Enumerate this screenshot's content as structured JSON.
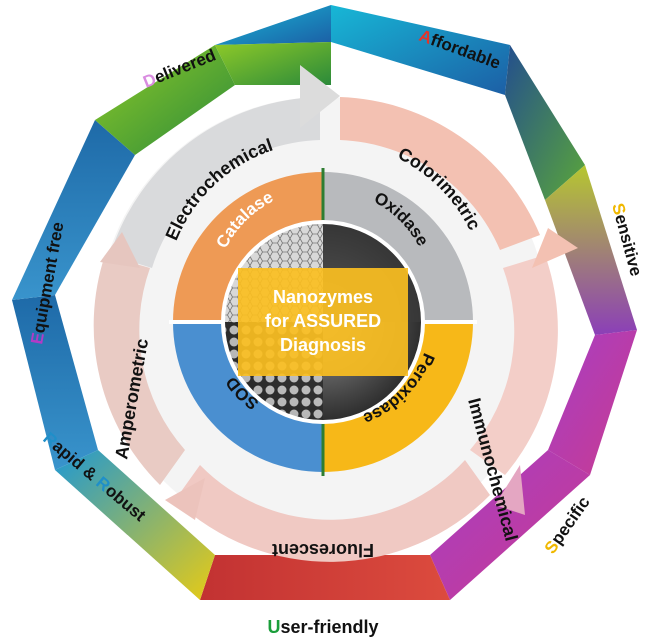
{
  "center": {
    "line1": "Nanozymes",
    "line2": "for ASSURED",
    "line3": "Diagnosis"
  },
  "enzymes": {
    "catalase": "Catalase",
    "oxidase": "Oxidase",
    "peroxidase": "Peroxidase",
    "sod": "SOD"
  },
  "methods": {
    "electrochemical": "Electrochemical",
    "colorimetric": "Colorimetric",
    "immunochemical": "Immunochemical",
    "fluorescent": "Fluorescent",
    "amperometric": "Amperometric"
  },
  "criteria": {
    "affordable": {
      "initial": "A",
      "rest": "ffordable",
      "color": "#e3342a"
    },
    "sensitive": {
      "initial": "S",
      "rest": "ensitive",
      "color": "#f0b800"
    },
    "specific": {
      "initial": "S",
      "rest": "pecific",
      "color": "#f0b800"
    },
    "user_friendly": {
      "initial": "U",
      "rest": "ser-friendly",
      "color": "#1a9e3a"
    },
    "rapid_robust": {
      "i1": "R",
      "t1": "apid & ",
      "i2": "R",
      "t2": "obust",
      "color": "#1f8fc9"
    },
    "equipment_free": {
      "initial": "E",
      "rest": "quipment free",
      "color": "#b23bc6"
    },
    "delivered": {
      "initial": "D",
      "rest": "elivered",
      "color": "#d98ce0"
    }
  },
  "colors": {
    "catalase": "#ee9a55",
    "oxidase": "#b8babd",
    "peroxidase": "#f7b818",
    "sod": "#4a8fd0",
    "center_box": "#fbbf21",
    "ring_grey": "#d4d5d7",
    "ring_pink": "#f3c3b8",
    "heptagon_red": "#d9403a",
    "heptagon_blue": "#2e78b8",
    "heptagon_green": "#6ebd2e"
  }
}
